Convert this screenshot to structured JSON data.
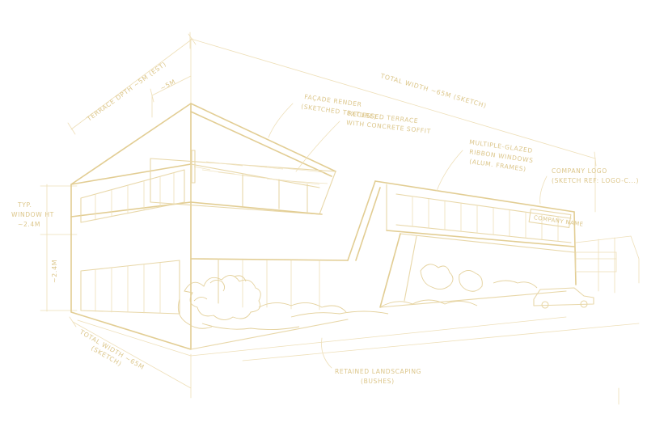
{
  "annotations": {
    "terrace_depth": "TERRACE DPTH ~5M (EST)",
    "terrace_depth_short": "~5M",
    "total_width_top": "TOTAL WIDTH ~65M (SKETCH)",
    "facade_render_1": "FAÇADE RENDER",
    "facade_render_2": "(SKETCHED TEXTURE)",
    "recessed_terrace_1": "RECESSED TERRACE",
    "recessed_terrace_2": "WITH CONCRETE SOFFIT",
    "ribbon_windows_1": "MULTIPLE-GLAZED",
    "ribbon_windows_2": "RIBBON WINDOWS",
    "ribbon_windows_3": "(ALUM. FRAMES)",
    "company_logo_1": "COMPANY LOGO",
    "company_logo_2": "(SKETCH REF: LOGO-C...)",
    "window_height_1": "TYP.",
    "window_height_2": "WINDOW HT",
    "window_height_3": "~2.4M",
    "floor_height": "~2.4M",
    "total_width_bottom_1": "TOTAL WIDTH ~65M",
    "total_width_bottom_2": "(SKETCH)",
    "landscaping_1": "RETAINED LANDSCAPING",
    "landscaping_2": "(BUSHES)",
    "facade_logo": "COMPANY NAME"
  },
  "colors": {
    "line": "#e8d7a8",
    "text": "#dcc68a",
    "background": "#ffffff"
  }
}
